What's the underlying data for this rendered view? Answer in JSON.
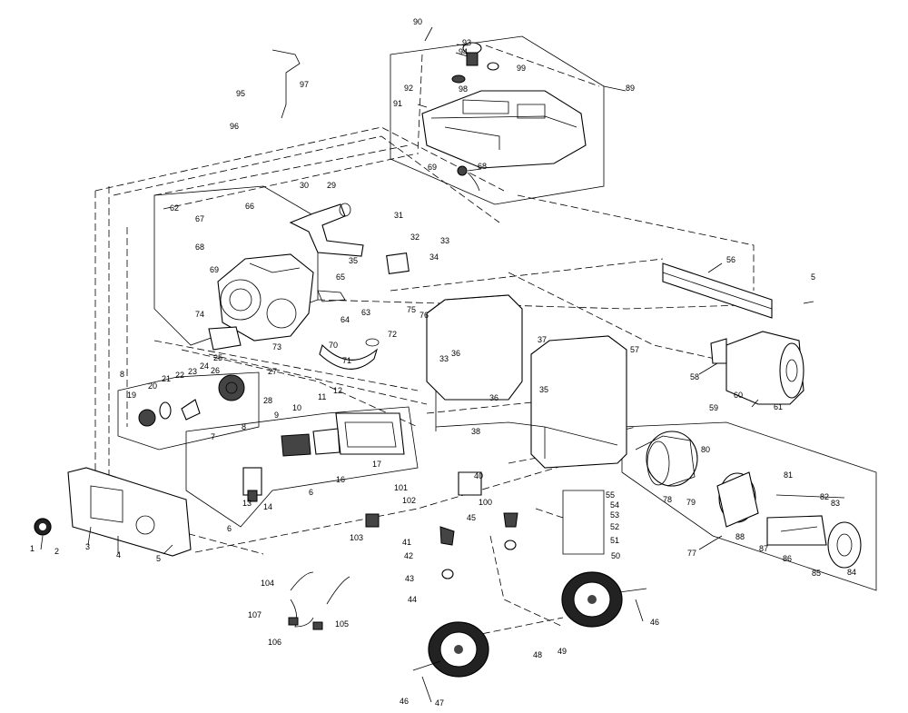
{
  "diagram": {
    "callouts": [
      {
        "id": "c1",
        "text": "1"
      },
      {
        "id": "c2",
        "text": "2"
      },
      {
        "id": "c3",
        "text": "3"
      },
      {
        "id": "c4",
        "text": "4"
      },
      {
        "id": "c5a",
        "text": "5"
      },
      {
        "id": "c5b",
        "text": "5"
      },
      {
        "id": "c6a",
        "text": "6"
      },
      {
        "id": "c6b",
        "text": "6"
      },
      {
        "id": "c7",
        "text": "7"
      },
      {
        "id": "c8a",
        "text": "8"
      },
      {
        "id": "c8b",
        "text": "8"
      },
      {
        "id": "c9",
        "text": "9"
      },
      {
        "id": "c10",
        "text": "10"
      },
      {
        "id": "c11",
        "text": "11"
      },
      {
        "id": "c12",
        "text": "12"
      },
      {
        "id": "c13",
        "text": "13"
      },
      {
        "id": "c14",
        "text": "14"
      },
      {
        "id": "c16",
        "text": "16"
      },
      {
        "id": "c17",
        "text": "17"
      },
      {
        "id": "c19",
        "text": "19"
      },
      {
        "id": "c20",
        "text": "20"
      },
      {
        "id": "c21",
        "text": "21"
      },
      {
        "id": "c22",
        "text": "22"
      },
      {
        "id": "c23",
        "text": "23"
      },
      {
        "id": "c24",
        "text": "24"
      },
      {
        "id": "c25",
        "text": "25"
      },
      {
        "id": "c26",
        "text": "26"
      },
      {
        "id": "c27",
        "text": "27"
      },
      {
        "id": "c28",
        "text": "28"
      },
      {
        "id": "c29",
        "text": "29"
      },
      {
        "id": "c30",
        "text": "30"
      },
      {
        "id": "c31",
        "text": "31"
      },
      {
        "id": "c32",
        "text": "32"
      },
      {
        "id": "c33a",
        "text": "33"
      },
      {
        "id": "c33b",
        "text": "33"
      },
      {
        "id": "c34",
        "text": "34"
      },
      {
        "id": "c35a",
        "text": "35"
      },
      {
        "id": "c35b",
        "text": "35"
      },
      {
        "id": "c36a",
        "text": "36"
      },
      {
        "id": "c36b",
        "text": "36"
      },
      {
        "id": "c37",
        "text": "37"
      },
      {
        "id": "c38",
        "text": "38"
      },
      {
        "id": "c40",
        "text": "40"
      },
      {
        "id": "c41",
        "text": "41"
      },
      {
        "id": "c42",
        "text": "42"
      },
      {
        "id": "c43",
        "text": "43"
      },
      {
        "id": "c44",
        "text": "44"
      },
      {
        "id": "c45",
        "text": "45"
      },
      {
        "id": "c46a",
        "text": "46"
      },
      {
        "id": "c46b",
        "text": "46"
      },
      {
        "id": "c47",
        "text": "47"
      },
      {
        "id": "c48",
        "text": "48"
      },
      {
        "id": "c49",
        "text": "49"
      },
      {
        "id": "c50",
        "text": "50"
      },
      {
        "id": "c51",
        "text": "51"
      },
      {
        "id": "c52",
        "text": "52"
      },
      {
        "id": "c53",
        "text": "53"
      },
      {
        "id": "c54",
        "text": "54"
      },
      {
        "id": "c55",
        "text": "55"
      },
      {
        "id": "c56",
        "text": "56"
      },
      {
        "id": "c57",
        "text": "57"
      },
      {
        "id": "c58",
        "text": "58"
      },
      {
        "id": "c59",
        "text": "59"
      },
      {
        "id": "c60",
        "text": "60"
      },
      {
        "id": "c61",
        "text": "61"
      },
      {
        "id": "c62",
        "text": "62"
      },
      {
        "id": "c63",
        "text": "63"
      },
      {
        "id": "c64",
        "text": "64"
      },
      {
        "id": "c65",
        "text": "65"
      },
      {
        "id": "c66",
        "text": "66"
      },
      {
        "id": "c67",
        "text": "67"
      },
      {
        "id": "c68a",
        "text": "68"
      },
      {
        "id": "c68b",
        "text": "68"
      },
      {
        "id": "c69a",
        "text": "69"
      },
      {
        "id": "c69b",
        "text": "69"
      },
      {
        "id": "c70",
        "text": "70"
      },
      {
        "id": "c71",
        "text": "71"
      },
      {
        "id": "c72",
        "text": "72"
      },
      {
        "id": "c73",
        "text": "73"
      },
      {
        "id": "c74",
        "text": "74"
      },
      {
        "id": "c75",
        "text": "75"
      },
      {
        "id": "c76",
        "text": "76"
      },
      {
        "id": "c77",
        "text": "77"
      },
      {
        "id": "c78",
        "text": "78"
      },
      {
        "id": "c79",
        "text": "79"
      },
      {
        "id": "c80",
        "text": "80"
      },
      {
        "id": "c81",
        "text": "81"
      },
      {
        "id": "c82",
        "text": "82"
      },
      {
        "id": "c83",
        "text": "83"
      },
      {
        "id": "c84",
        "text": "84"
      },
      {
        "id": "c85",
        "text": "85"
      },
      {
        "id": "c86",
        "text": "86"
      },
      {
        "id": "c87",
        "text": "87"
      },
      {
        "id": "c88",
        "text": "88"
      },
      {
        "id": "c89",
        "text": "89"
      },
      {
        "id": "c90",
        "text": "90"
      },
      {
        "id": "c91",
        "text": "91"
      },
      {
        "id": "c92",
        "text": "92"
      },
      {
        "id": "c93",
        "text": "93"
      },
      {
        "id": "c94",
        "text": "94"
      },
      {
        "id": "c95",
        "text": "95"
      },
      {
        "id": "c96",
        "text": "96"
      },
      {
        "id": "c97",
        "text": "97"
      },
      {
        "id": "c98",
        "text": "98"
      },
      {
        "id": "c99",
        "text": "99"
      },
      {
        "id": "c100",
        "text": "100"
      },
      {
        "id": "c101",
        "text": "101"
      },
      {
        "id": "c102",
        "text": "102"
      },
      {
        "id": "c103",
        "text": "103"
      },
      {
        "id": "c104",
        "text": "104"
      },
      {
        "id": "c105",
        "text": "105"
      },
      {
        "id": "c106",
        "text": "106"
      },
      {
        "id": "c107",
        "text": "107"
      }
    ]
  }
}
